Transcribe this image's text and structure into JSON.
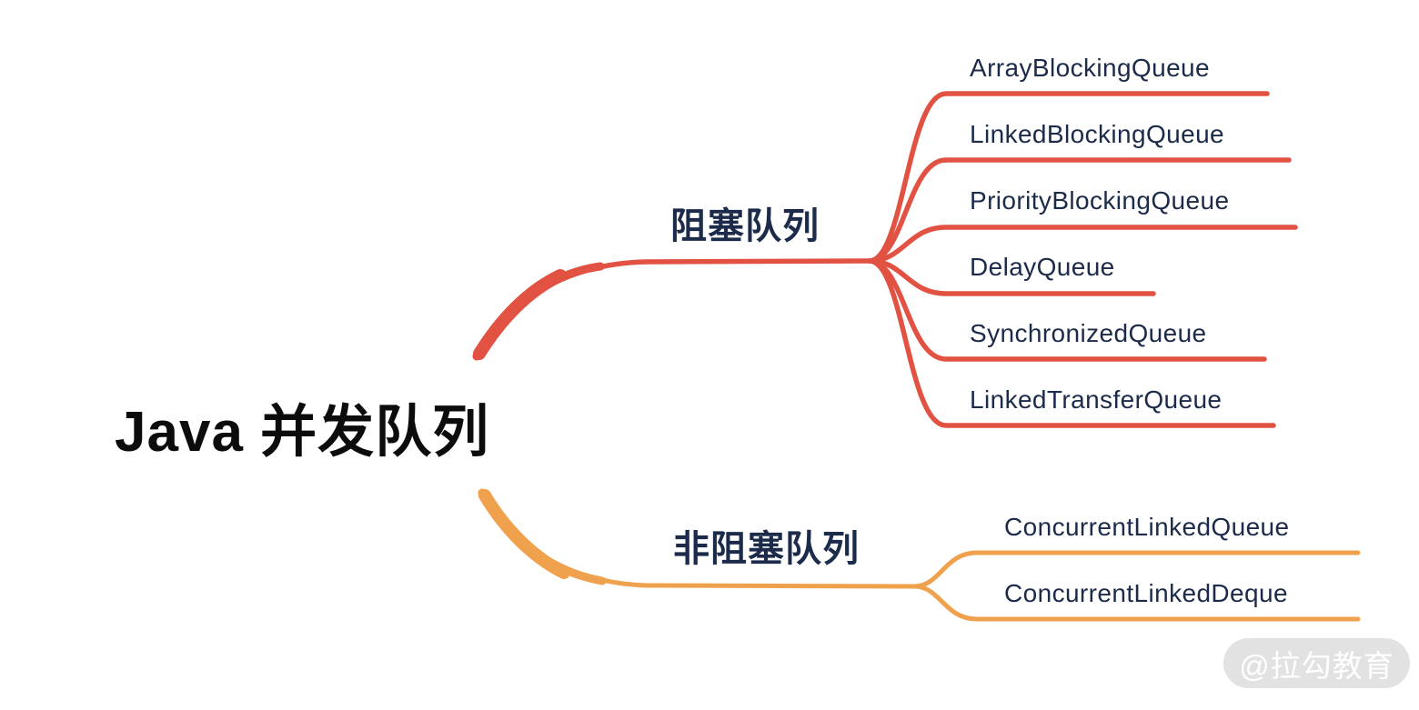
{
  "root": {
    "label": "Java 并发队列"
  },
  "branches": [
    {
      "label": "阻塞队列",
      "color": "#E15243",
      "children": [
        "ArrayBlockingQueue",
        "LinkedBlockingQueue",
        "PriorityBlockingQueue",
        "DelayQueue",
        "SynchronizedQueue",
        "LinkedTransferQueue"
      ]
    },
    {
      "label": "非阻塞队列",
      "color": "#F0A14E",
      "children": [
        "ConcurrentLinkedQueue",
        "ConcurrentLinkedDeque"
      ]
    }
  ],
  "colors": {
    "node_text": "#1C2B4A",
    "root_text": "#0C0C0C",
    "background": "#FFFFFF",
    "watermark_bg": "#E2E2E2",
    "watermark_text": "#FFFFFF"
  },
  "watermark": {
    "label": "@拉勾教育"
  }
}
